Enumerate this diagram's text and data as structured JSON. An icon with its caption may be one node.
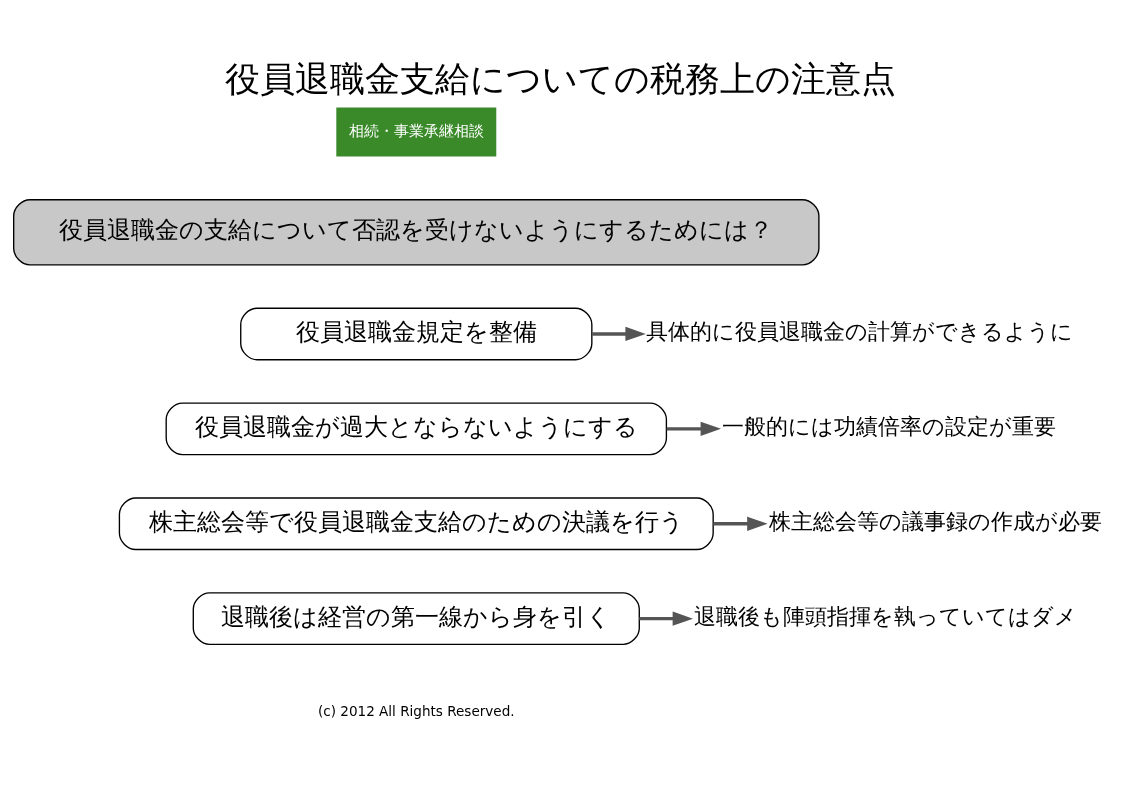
{
  "diagram": {
    "title": "役員退職金支給についての税務上の注意点",
    "nodes": [
      {
        "text": [
          "役員退職金の支給について否認を受けないようにするためには？"
        ]
      },
      {
        "text": [
          "役員退職金規定を整備"
        ]
      },
      {
        "text": [
          "具体的に役員退職金の計算ができるように"
        ]
      },
      {
        "text": [
          "役員退職金が過大とならないようにする"
        ]
      },
      {
        "text": [
          "一般的には功績倍率の設定が重要"
        ]
      },
      {
        "text": [
          "株主総会等で役員退職金支給のための決議を行う"
        ]
      },
      {
        "text": [
          "株主総会等の議事録の作成が必要"
        ]
      },
      {
        "text": [
          "退職後は経営の第一線から身を引く"
        ]
      },
      {
        "text": [
          "退職後も陣頭指揮を執っていてはダメ"
        ]
      }
    ],
    "edges": [
      {
        "from": 1,
        "to": 2,
        "arrow": "to"
      },
      {
        "from": 3,
        "to": 4,
        "arrow": "to"
      },
      {
        "from": 5,
        "to": 6,
        "arrow": "to"
      },
      {
        "from": 7,
        "to": 8,
        "arrow": "to"
      }
    ],
    "labels": [
      "相続・事業承継相談",
      "(c) 2012 All Rights Reserved."
    ]
  }
}
